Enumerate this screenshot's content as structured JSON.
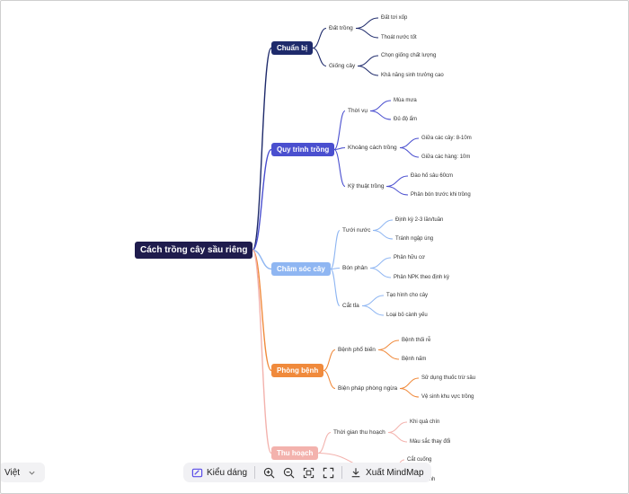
{
  "mindmap": {
    "root": "Cách trồng cây sầu riêng",
    "branches": [
      {
        "label": "Chuẩn bị",
        "color": "#1e2a6b",
        "subs": [
          {
            "label": "Đất trồng",
            "leaves": [
              "Đất tơi xốp",
              "Thoát nước tốt"
            ]
          },
          {
            "label": "Giống cây",
            "leaves": [
              "Chọn giống chất lượng",
              "Khả năng sinh trưởng cao"
            ]
          }
        ]
      },
      {
        "label": "Quy trình trồng",
        "color": "#4a4fcf",
        "subs": [
          {
            "label": "Thời vụ",
            "leaves": [
              "Mùa mưa",
              "Đủ độ ẩm"
            ]
          },
          {
            "label": "Khoảng cách trồng",
            "leaves": [
              "Giữa các cây: 8-10m",
              "Giữa các hàng: 10m"
            ]
          },
          {
            "label": "Kỹ thuật trồng",
            "leaves": [
              "Đào hố sâu 60cm",
              "Phân bón trước khi trồng"
            ]
          }
        ]
      },
      {
        "label": "Chăm sóc cây",
        "color": "#8fb6f2",
        "subs": [
          {
            "label": "Tưới nước",
            "leaves": [
              "Định kỳ 2-3 lần/tuần",
              "Tránh ngập úng"
            ]
          },
          {
            "label": "Bón phân",
            "leaves": [
              "Phân hữu cơ",
              "Phân NPK theo định kỳ"
            ]
          },
          {
            "label": "Cắt tỉa",
            "leaves": [
              "Tạo hình cho cây",
              "Loại bỏ cành yếu"
            ]
          }
        ]
      },
      {
        "label": "Phòng bệnh",
        "color": "#f08a3c",
        "subs": [
          {
            "label": "Bệnh phổ biến",
            "leaves": [
              "Bệnh thối rễ",
              "Bệnh nấm"
            ]
          },
          {
            "label": "Biện pháp phòng ngừa",
            "leaves": [
              "Sử dụng thuốc trừ sâu",
              "Vệ sinh khu vực trồng"
            ]
          }
        ]
      },
      {
        "label": "Thu hoạch",
        "color": "#f3b2ad",
        "subs": [
          {
            "label": "Thời gian thu hoạch",
            "leaves": [
              "Khi quả chín",
              "Màu sắc thay đổi"
            ]
          },
          {
            "label": "",
            "leaves": [
              "Cắt cuống",
              "chạm mạnh"
            ]
          }
        ]
      }
    ]
  },
  "language": {
    "label": "Việt"
  },
  "toolbar": {
    "style_label": "Kiểu dáng",
    "export_label": "Xuất MindMap",
    "icons": [
      "style-icon",
      "zoom-in-icon",
      "zoom-out-icon",
      "fit-view-icon",
      "fullscreen-icon",
      "download-icon"
    ]
  }
}
